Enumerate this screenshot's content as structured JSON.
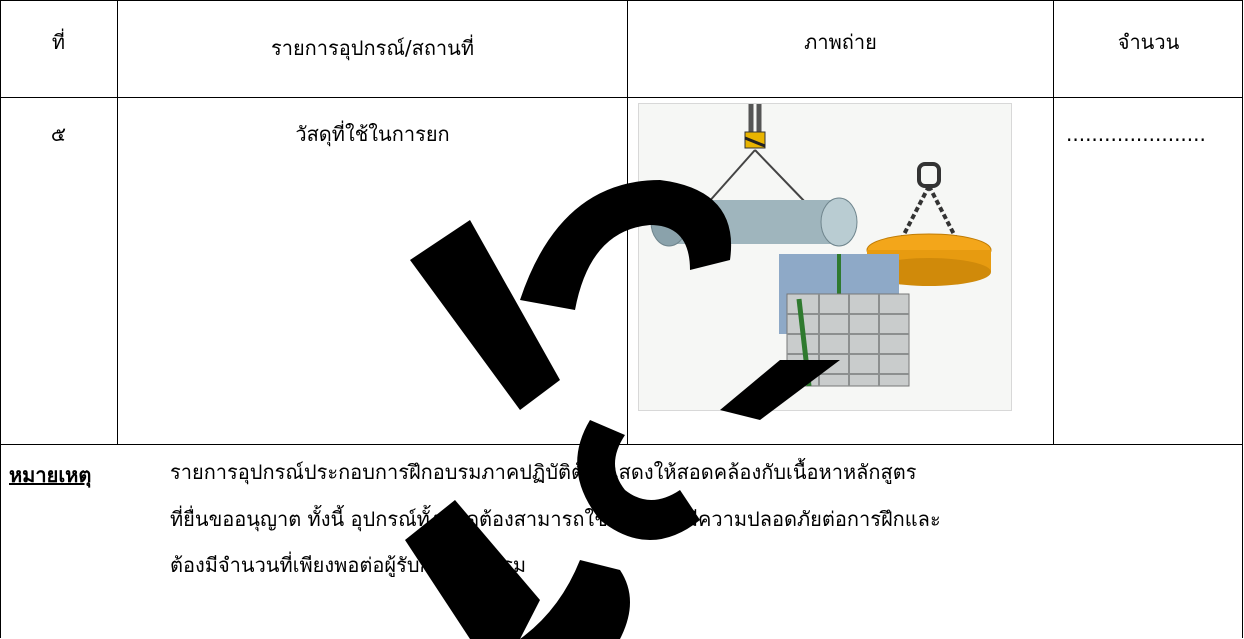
{
  "table": {
    "headers": {
      "no": "ที่",
      "item": "รายการอุปกรณ์/สถานที่",
      "photo": "ภาพถ่าย",
      "quantity": "จำนวน"
    },
    "row": {
      "no": "๕",
      "item": "วัสดุที่ใช้ในการยก",
      "photo_icon": "lifting-equipment-photo",
      "quantity": "......................"
    }
  },
  "note": {
    "label": "หมายเหตุ",
    "lines": [
      "รายการอุปกรณ์ประกอบการฝึกอบรมภาคปฏิบัติต้องแสดงให้สอดคล้องกับเนื้อหาหลักสูตร",
      "ที่ยื่นขออนุญาต ทั้งนี้ อุปกรณ์ทั้งหมดต้องสามารถใช้งานได้ดี มีความปลอดภัยต่อการฝึกและ",
      "ต้องมีจำนวนที่เพียงพอต่อผู้รับการฝึกอบรม"
    ]
  },
  "watermark": {
    "text": "ตัวอย่าง",
    "color": "#000000"
  }
}
